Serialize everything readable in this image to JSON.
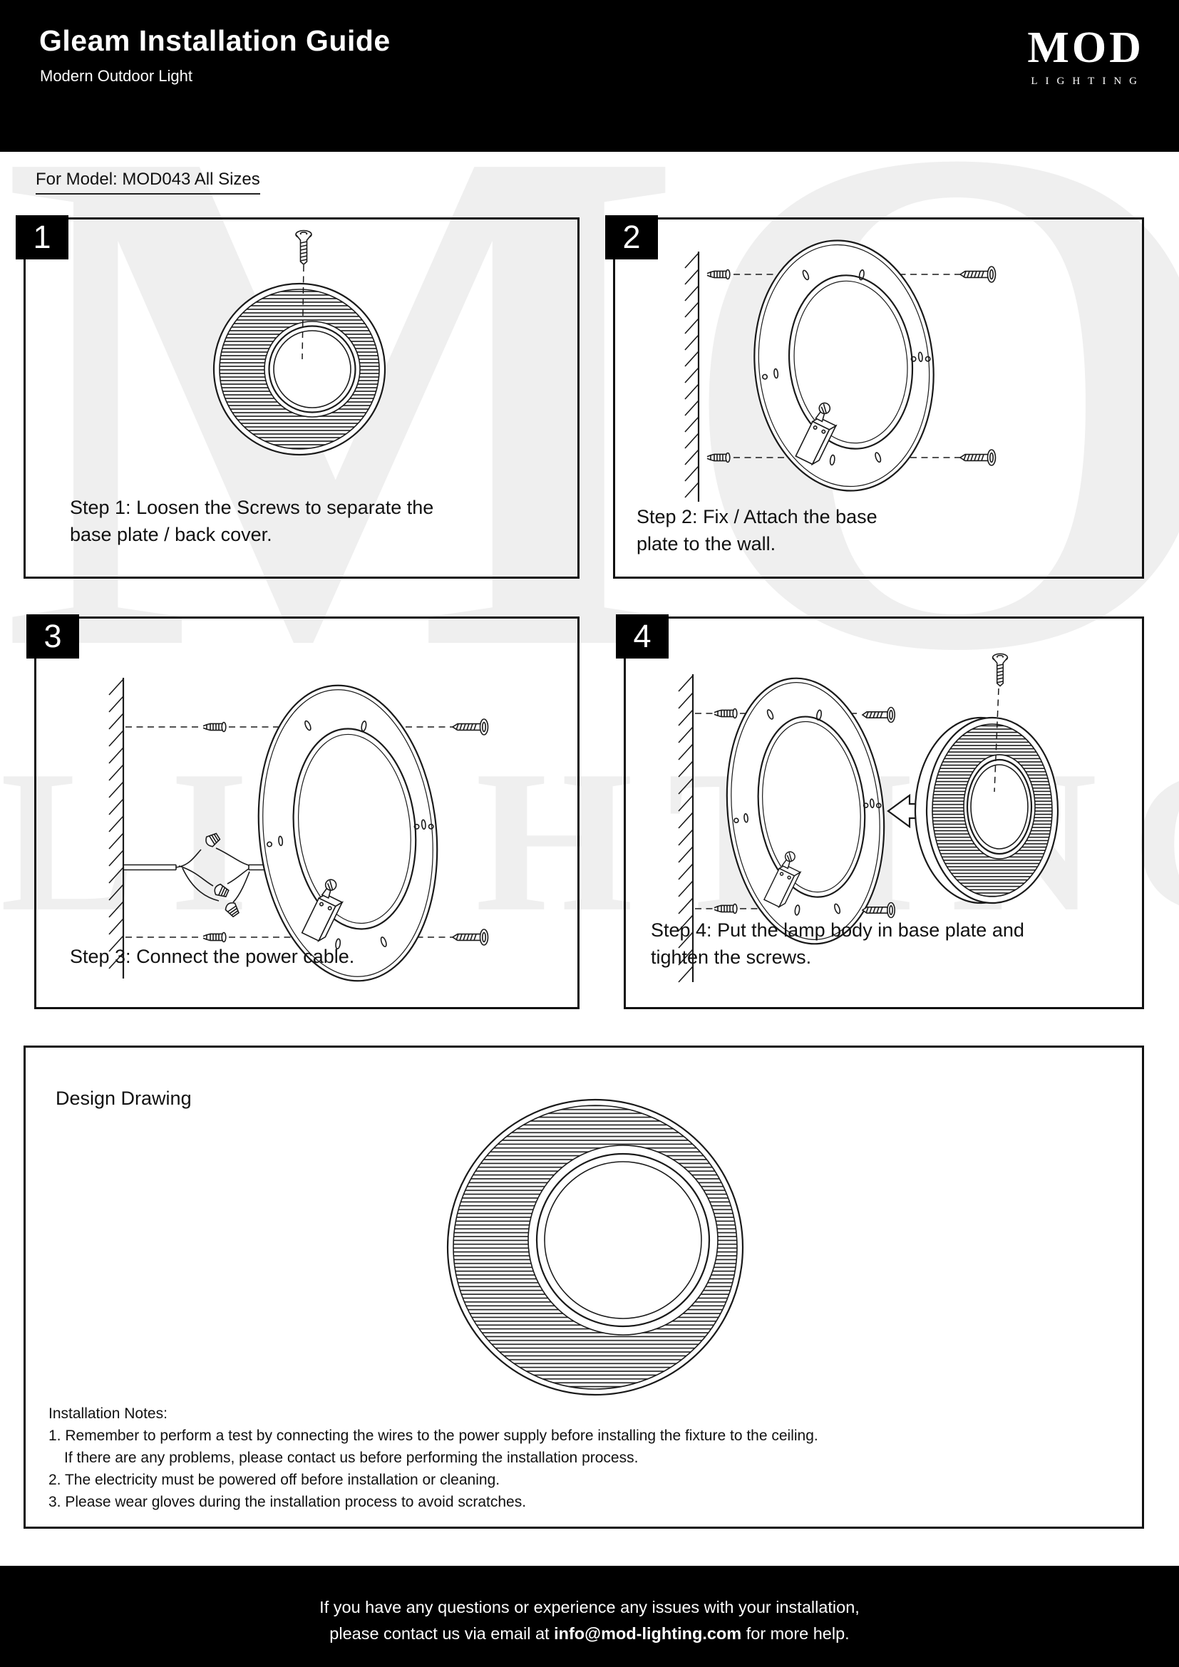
{
  "header": {
    "title": "Gleam Installation Guide",
    "subtitle": "Modern Outdoor Light",
    "logo": {
      "primary": "MOD",
      "secondary": "LIGHTING"
    }
  },
  "model_line": "For Model: MOD043 All Sizes",
  "watermark": {
    "line1": "MOD",
    "line2": "LIGHTING"
  },
  "steps": [
    {
      "number": "1",
      "caption": "Step 1: Loosen the Screws to separate the base plate / back cover."
    },
    {
      "number": "2",
      "caption": "Step 2: Fix / Attach the base plate to the wall."
    },
    {
      "number": "3",
      "caption": "Step 3: Connect the power cable."
    },
    {
      "number": "4",
      "caption": "Step 4: Put the lamp body in base plate and tighten the screws."
    }
  ],
  "design": {
    "title": "Design Drawing"
  },
  "notes": {
    "heading": "Installation Notes:",
    "lines": [
      "1. Remember to perform a test by connecting the wires to the power supply before installing the fixture to the ceiling.",
      "If there are any problems, please contact us before performing the installation process.",
      "2. The electricity must be powered off before installation or cleaning.",
      "3. Please wear gloves during the installation process to avoid scratches."
    ]
  },
  "footer": {
    "line1": "If you have any questions or experience any issues with your installation,",
    "line2_prefix": "please contact us via email at ",
    "email": "info@mod-lighting.com",
    "line2_suffix": " for more help."
  },
  "colors": {
    "ink": "#000000",
    "paper": "#ffffff",
    "watermark": "#efefef",
    "line": "#1a1a1a"
  }
}
